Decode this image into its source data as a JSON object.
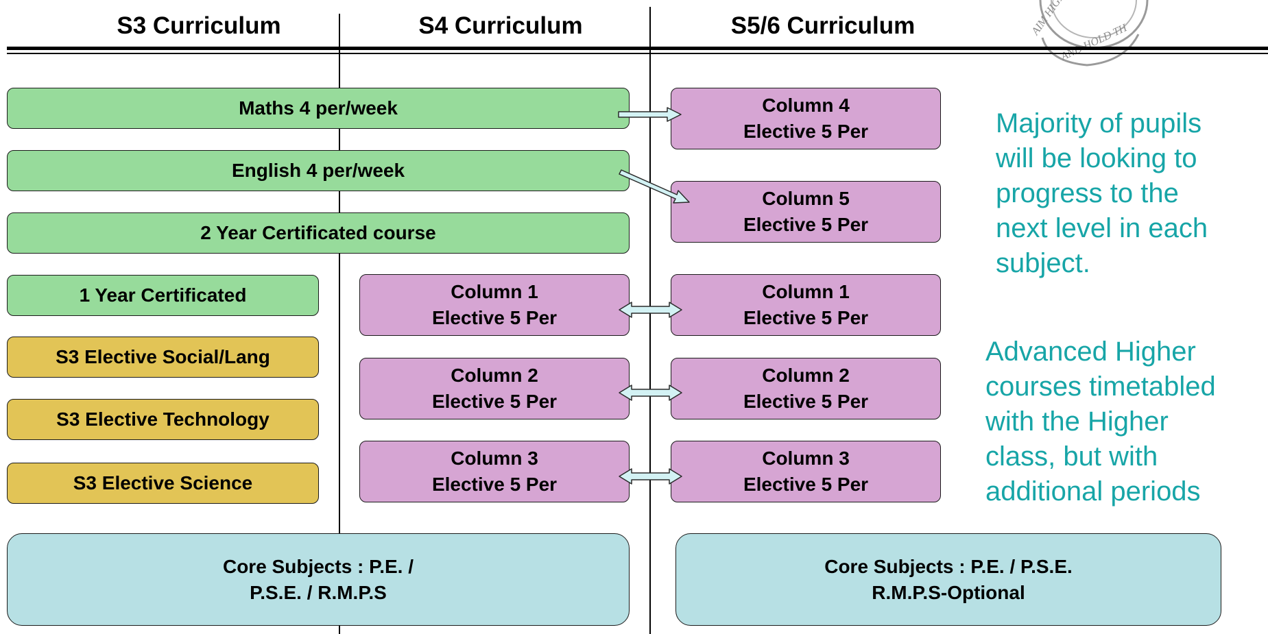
{
  "headers": {
    "s3": "S3 Curriculum",
    "s4": "S4 Curriculum",
    "s56": "S5/6 Curriculum"
  },
  "s3_boxes": [
    {
      "id": "maths",
      "text": "Maths 4 per/week",
      "color": "green"
    },
    {
      "id": "english",
      "text": "English 4 per/week",
      "color": "green"
    },
    {
      "id": "two-year",
      "text": "2 Year Certificated course",
      "color": "green"
    },
    {
      "id": "one-year",
      "text": "1 Year Certificated",
      "color": "green"
    },
    {
      "id": "social-lang",
      "text": "S3 Elective Social/Lang",
      "color": "gold"
    },
    {
      "id": "technology",
      "text": "S3 Elective Technology",
      "color": "gold"
    },
    {
      "id": "science",
      "text": "S3 Elective Science",
      "color": "gold"
    }
  ],
  "s4_columns": [
    {
      "line1": "Column 1",
      "line2": "Elective 5 Per"
    },
    {
      "line1": "Column 2",
      "line2": "Elective 5 Per"
    },
    {
      "line1": "Column 3",
      "line2": "Elective 5 Per"
    }
  ],
  "s56_columns": [
    {
      "line1": "Column 4",
      "line2": "Elective 5 Per"
    },
    {
      "line1": "Column 5",
      "line2": "Elective 5 Per"
    },
    {
      "line1": "Column 1",
      "line2": "Elective 5 Per"
    },
    {
      "line1": "Column 2",
      "line2": "Elective 5 Per"
    },
    {
      "line1": "Column 3",
      "line2": "Elective 5 Per"
    }
  ],
  "core_s3_s4": {
    "line1": "Core Subjects : P.E. /",
    "line2": "P.S.E. / R.M.P.S"
  },
  "core_s56": {
    "line1": "Core Subjects : P.E. / P.S.E.",
    "line2": "R.M.P.S-Optional"
  },
  "notes": {
    "progress": [
      "Majority of pupils",
      "will be looking to",
      "progress to the",
      "next level in each",
      "subject."
    ],
    "advanced": [
      "Advanced Higher",
      "courses timetabled",
      "with the Higher",
      "class, but with",
      "additional periods"
    ]
  },
  "logo_text": "AIM HIGH AND HOLD TH",
  "colors": {
    "green": "#97db9b",
    "gold": "#e2c456",
    "purple": "#d6a5d3",
    "core": "#b7e0e4",
    "note_text": "#17a5a7"
  }
}
